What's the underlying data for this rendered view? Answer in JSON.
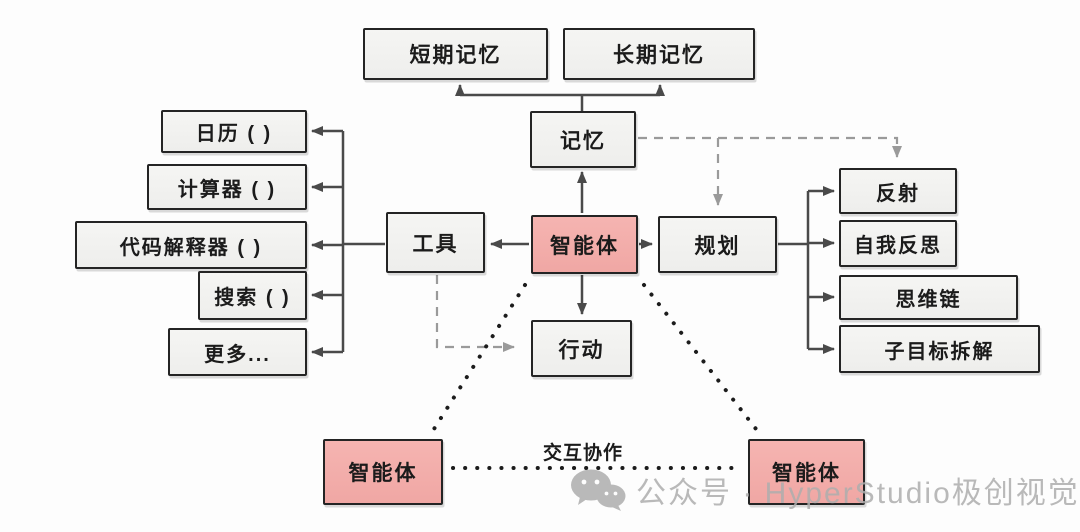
{
  "nodes": {
    "short_term_memory": "短期记忆",
    "long_term_memory": "长期记忆",
    "memory": "记忆",
    "tools": "工具",
    "agent": "智能体",
    "planning": "规划",
    "action": "行动",
    "agent_bottom_left": "智能体",
    "agent_bottom_right": "智能体"
  },
  "tool_items": [
    "日历 ( )",
    "计算器 ( )",
    "代码解释器 ( )",
    "搜索 ( )",
    "更多..."
  ],
  "planning_items": [
    "反射",
    "自我反思",
    "思维链",
    "子目标拆解"
  ],
  "edge_labels": {
    "collaboration": "交互协作"
  },
  "watermark": {
    "icon": "wechat-icon",
    "text": "公众号 · HyperStudio极创视觉"
  },
  "colors": {
    "agent_fill": "#f5b4b1",
    "box_fill": "#f5f5f3",
    "border": "#242424",
    "line": "#4a4a4a",
    "dashed": "#9a9a9a",
    "dotted": "#1c1c1c",
    "watermark": "#aeaeae",
    "bg": "#fdfdfd"
  }
}
